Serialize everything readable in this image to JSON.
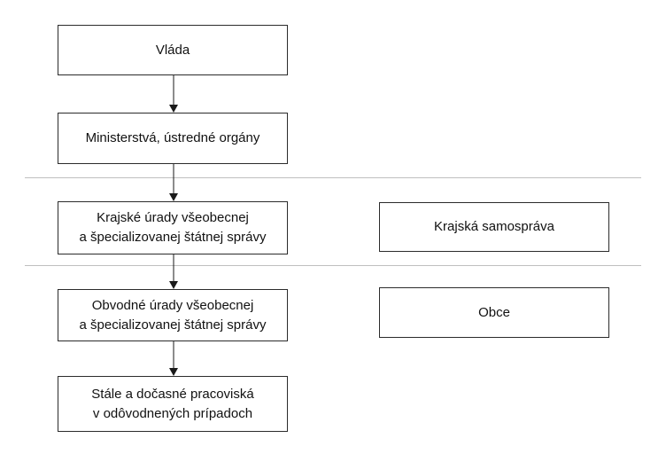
{
  "diagram": {
    "type": "org-chart",
    "background_color": "#ffffff",
    "box_border_color": "#2b2b2b",
    "divider_color": "#bfbfbf",
    "arrow_color": "#1a1a1a"
  },
  "boxes": {
    "vlada": "Vláda",
    "ministerstva": "Ministerstvá, ústredné orgány",
    "krajske_line1": "Krajské úrady všeobecnej",
    "krajske_line2": "a špecializovanej štátnej správy",
    "krajska_samosprava": "Krajská samospráva",
    "obvodne_line1": "Obvodné úrady všeobecnej",
    "obvodne_line2": "a špecializovanej štátnej správy",
    "obce": "Obce",
    "stale_line1": "Stále a dočasné pracoviská",
    "stale_line2": "v odôvodnených prípadoch"
  }
}
